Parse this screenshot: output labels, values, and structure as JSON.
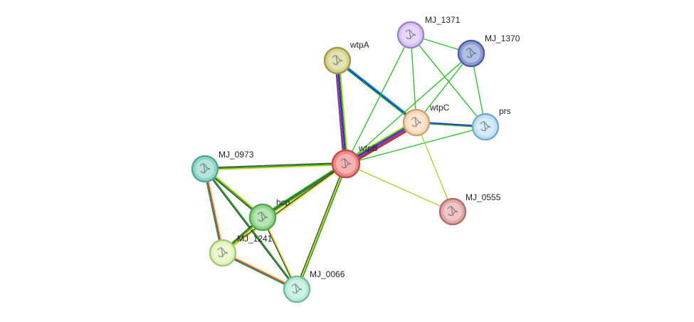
{
  "network": {
    "nodes": [
      {
        "id": "wtpB",
        "label": "wtpB",
        "color": "#f08a8a",
        "stroke": "#c0504d",
        "highlight": true
      },
      {
        "id": "wtpA",
        "label": "wtpA",
        "color": "#d6d48a",
        "stroke": "#9e9a4e"
      },
      {
        "id": "wtpC",
        "label": "wtpC",
        "color": "#f8d9b6",
        "stroke": "#c9a27a"
      },
      {
        "id": "MJ_1371",
        "label": "MJ_1371",
        "color": "#d9c2f2",
        "stroke": "#9c82c8"
      },
      {
        "id": "MJ_1370",
        "label": "MJ_1370",
        "color": "#8a9bd6",
        "stroke": "#4e5ea2"
      },
      {
        "id": "prs",
        "label": "prs",
        "color": "#bfe0f4",
        "stroke": "#7aa9c6"
      },
      {
        "id": "MJ_0973",
        "label": "MJ_0973",
        "color": "#8fd6c9",
        "stroke": "#56a596"
      },
      {
        "id": "hcp",
        "label": "hcp",
        "color": "#8fd78a",
        "stroke": "#56a351"
      },
      {
        "id": "MJ_1241",
        "label": "MJ_1241",
        "color": "#e2f5b8",
        "stroke": "#a9c47e"
      },
      {
        "id": "MJ_0066",
        "label": "MJ_0066",
        "color": "#b6ecd6",
        "stroke": "#78b99e"
      },
      {
        "id": "MJ_0555",
        "label": "MJ_0555",
        "color": "#e3a8a6",
        "stroke": "#b06f6d"
      }
    ],
    "edges": [
      {
        "source": "wtpA",
        "target": "wtpB",
        "colors": [
          "#d4d400",
          "#00a000",
          "#0000ff",
          "#c000c0",
          "#404040"
        ]
      },
      {
        "source": "wtpA",
        "target": "wtpC",
        "colors": [
          "#00a0a0",
          "#0000ff",
          "#00a000"
        ]
      },
      {
        "source": "wtpB",
        "target": "wtpC",
        "colors": [
          "#d4d400",
          "#00a000",
          "#0000ff",
          "#c000c0",
          "#404040",
          "#ff0000"
        ]
      },
      {
        "source": "wtpB",
        "target": "MJ_1371",
        "colors": [
          "#30c030"
        ]
      },
      {
        "source": "wtpB",
        "target": "MJ_1370",
        "colors": [
          "#30c030"
        ]
      },
      {
        "source": "wtpB",
        "target": "prs",
        "colors": [
          "#30c030"
        ]
      },
      {
        "source": "wtpB",
        "target": "MJ_0973",
        "colors": [
          "#d4d400",
          "#00a000",
          "#404040"
        ]
      },
      {
        "source": "wtpB",
        "target": "hcp",
        "colors": [
          "#d4d400",
          "#00a000",
          "#404040",
          "#00a000"
        ]
      },
      {
        "source": "wtpB",
        "target": "MJ_1241",
        "colors": [
          "#d4d400",
          "#404040"
        ]
      },
      {
        "source": "wtpB",
        "target": "MJ_0066",
        "colors": [
          "#00a000",
          "#d4d400",
          "#404040"
        ]
      },
      {
        "source": "wtpB",
        "target": "MJ_0555",
        "colors": [
          "#b0d030"
        ]
      },
      {
        "source": "wtpC",
        "target": "MJ_1371",
        "colors": [
          "#30c030"
        ]
      },
      {
        "source": "wtpC",
        "target": "MJ_1370",
        "colors": [
          "#30c030"
        ]
      },
      {
        "source": "wtpC",
        "target": "prs",
        "colors": [
          "#0000ff",
          "#00a000"
        ]
      },
      {
        "source": "wtpC",
        "target": "MJ_0555",
        "colors": [
          "#b0d030"
        ]
      },
      {
        "source": "MJ_1371",
        "target": "MJ_1370",
        "colors": [
          "#30c030"
        ]
      },
      {
        "source": "MJ_1371",
        "target": "prs",
        "colors": [
          "#30c030"
        ]
      },
      {
        "source": "MJ_1370",
        "target": "prs",
        "colors": [
          "#30c030"
        ]
      },
      {
        "source": "MJ_0973",
        "target": "hcp",
        "colors": [
          "#d4d400",
          "#00a000",
          "#404040"
        ]
      },
      {
        "source": "MJ_0973",
        "target": "MJ_1241",
        "colors": [
          "#d4d400",
          "#c000c0",
          "#00a000"
        ]
      },
      {
        "source": "MJ_0973",
        "target": "MJ_0066",
        "colors": [
          "#00a000",
          "#404040"
        ]
      },
      {
        "source": "hcp",
        "target": "MJ_1241",
        "colors": [
          "#d4d400",
          "#00a000",
          "#404040"
        ]
      },
      {
        "source": "hcp",
        "target": "MJ_0066",
        "colors": [
          "#d4d400",
          "#404040"
        ]
      },
      {
        "source": "MJ_1241",
        "target": "MJ_0066",
        "colors": [
          "#d4d400",
          "#c000c0",
          "#00a000"
        ]
      }
    ]
  }
}
